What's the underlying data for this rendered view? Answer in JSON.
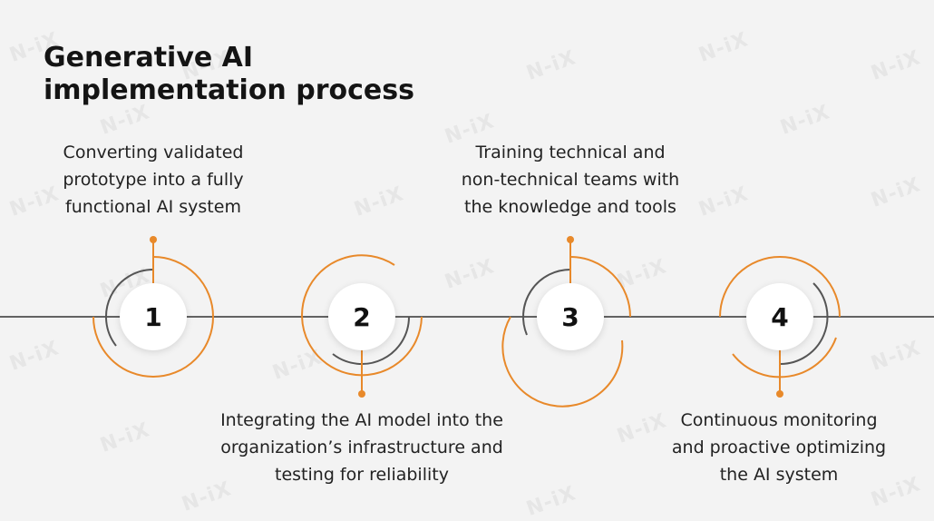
{
  "title": "Generative AI implementation process",
  "watermark_text": "N-iX",
  "colors": {
    "accent": "#e8892a",
    "ring": "#555555",
    "line": "#333333",
    "background": "#f3f3f3"
  },
  "steps": [
    {
      "number": "1",
      "description": "Converting validated\nprototype into a fully\nfunctional AI system",
      "position": "top"
    },
    {
      "number": "2",
      "description": "Integrating the AI model into the\norganization’s infrastructure and\ntesting for reliability",
      "position": "bottom"
    },
    {
      "number": "3",
      "description": "Training technical and\nnon-technical teams with\nthe knowledge and tools",
      "position": "top"
    },
    {
      "number": "4",
      "description": "Continuous monitoring\nand proactive optimizing\nthe AI system",
      "position": "bottom"
    }
  ]
}
